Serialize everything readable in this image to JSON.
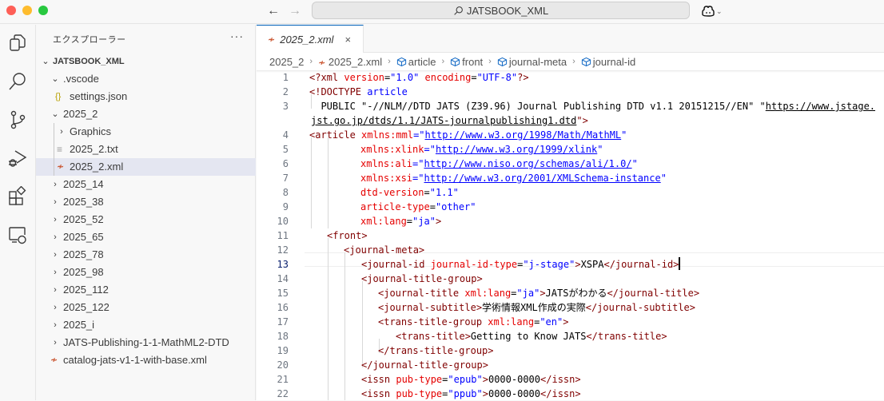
{
  "titlebar": {
    "search_label": "JATSBOOK_XML",
    "back_icon": "arrow-left-icon",
    "forward_icon": "arrow-right-icon",
    "copilot_icon": "copilot-icon"
  },
  "activity_bar": [
    {
      "name": "explorer-icon"
    },
    {
      "name": "search-icon"
    },
    {
      "name": "source-control-icon"
    },
    {
      "name": "run-debug-icon"
    },
    {
      "name": "extensions-icon"
    },
    {
      "name": "remote-explorer-icon"
    }
  ],
  "sidebar": {
    "title": "エクスプローラー",
    "more": "···",
    "root": "JATSBOOK_XML",
    "items": [
      {
        "label": ".vscode",
        "type": "folder",
        "expanded": true,
        "depth": 1
      },
      {
        "label": "settings.json",
        "type": "json",
        "depth": 2,
        "icon": "{}"
      },
      {
        "label": "2025_2",
        "type": "folder",
        "expanded": true,
        "depth": 1
      },
      {
        "label": "Graphics",
        "type": "folder",
        "expanded": false,
        "depth": 2
      },
      {
        "label": "2025_2.txt",
        "type": "txt",
        "depth": 2
      },
      {
        "label": "2025_2.xml",
        "type": "xml",
        "depth": 2,
        "selected": true
      },
      {
        "label": "2025_14",
        "type": "folder",
        "expanded": false,
        "depth": 1
      },
      {
        "label": "2025_38",
        "type": "folder",
        "expanded": false,
        "depth": 1
      },
      {
        "label": "2025_52",
        "type": "folder",
        "expanded": false,
        "depth": 1
      },
      {
        "label": "2025_65",
        "type": "folder",
        "expanded": false,
        "depth": 1
      },
      {
        "label": "2025_78",
        "type": "folder",
        "expanded": false,
        "depth": 1
      },
      {
        "label": "2025_98",
        "type": "folder",
        "expanded": false,
        "depth": 1
      },
      {
        "label": "2025_112",
        "type": "folder",
        "expanded": false,
        "depth": 1
      },
      {
        "label": "2025_122",
        "type": "folder",
        "expanded": false,
        "depth": 1
      },
      {
        "label": "2025_i",
        "type": "folder",
        "expanded": false,
        "depth": 1
      },
      {
        "label": "JATS-Publishing-1-1-MathML2-DTD",
        "type": "folder",
        "expanded": false,
        "depth": 1
      },
      {
        "label": "catalog-jats-v1-1-with-base.xml",
        "type": "xml",
        "depth": 1
      }
    ]
  },
  "editor": {
    "tab": {
      "label": "2025_2.xml",
      "close": "×"
    },
    "breadcrumbs": [
      "2025_2",
      "2025_2.xml",
      "article",
      "front",
      "journal-meta",
      "journal-id"
    ],
    "active_line": 13,
    "lines": [
      {
        "n": "1",
        "text": "<?xml version=\"1.0\" encoding=\"UTF-8\"?>"
      },
      {
        "n": "2",
        "text": "<!DOCTYPE article"
      },
      {
        "n": "3",
        "text": "  PUBLIC \"-//NLM//DTD JATS (Z39.96) Journal Publishing DTD v1.1 20151215//EN\" \"https://www.jstage.jst.go.jp/dtds/1.1/JATS-journalpublishing1.dtd\">"
      },
      {
        "n": "4",
        "text": "<article xmlns:mml=\"http://www.w3.org/1998/Math/MathML\""
      },
      {
        "n": "5",
        "text": "         xmlns:xlink=\"http://www.w3.org/1999/xlink\""
      },
      {
        "n": "6",
        "text": "         xmlns:ali=\"http://www.niso.org/schemas/ali/1.0/\""
      },
      {
        "n": "7",
        "text": "         xmlns:xsi=\"http://www.w3.org/2001/XMLSchema-instance\""
      },
      {
        "n": "8",
        "text": "         dtd-version=\"1.1\""
      },
      {
        "n": "9",
        "text": "         article-type=\"other\""
      },
      {
        "n": "10",
        "text": "         xml:lang=\"ja\">"
      },
      {
        "n": "11",
        "text": "   <front>"
      },
      {
        "n": "12",
        "text": "      <journal-meta>"
      },
      {
        "n": "13",
        "text": "         <journal-id journal-id-type=\"j-stage\">XSPA</journal-id>"
      },
      {
        "n": "14",
        "text": "         <journal-title-group>"
      },
      {
        "n": "15",
        "text": "            <journal-title xml:lang=\"ja\">JATSがわかる</journal-title>"
      },
      {
        "n": "16",
        "text": "            <journal-subtitle>学術情報XML作成の実際</journal-subtitle>"
      },
      {
        "n": "17",
        "text": "            <trans-title-group xml:lang=\"en\">"
      },
      {
        "n": "18",
        "text": "               <trans-title>Getting to Know JATS</trans-title>"
      },
      {
        "n": "19",
        "text": "            </trans-title-group>"
      },
      {
        "n": "20",
        "text": "         </journal-title-group>"
      },
      {
        "n": "21",
        "text": "         <issn pub-type=\"epub\">0000-0000</issn>"
      },
      {
        "n": "22",
        "text": "         <issn pub-type=\"ppub\">0000-0000</issn>"
      }
    ],
    "tokens": {
      "l1": {
        "open": "<?xml ",
        "a1": "version",
        "eq1": "=",
        "v1": "\"1.0\"",
        "sp": " ",
        "a2": "encoding",
        "eq2": "=",
        "v2": "\"UTF-8\"",
        "close": "?>"
      },
      "l2": {
        "open": "<!DOCTYPE ",
        "name": "article"
      },
      "l3a": {
        "pre": "  PUBLIC \"-//NLM//DTD JATS (Z39.96) Journal Publishing DTD v1.1 20151215//EN\" \"",
        "url": "https://www.jstage."
      },
      "l3b": {
        "url": "jst.go.jp/dtds/1.1/JATS-journalpublishing1.dtd",
        "post": "\">"
      },
      "l4": {
        "tag": "<article ",
        "attr": "xmlns:mml",
        "eq": "=\"",
        "url": "http://www.w3.org/1998/Math/MathML",
        "q": "\""
      },
      "l5": {
        "attr": "xmlns:xlink",
        "eq": "=\"",
        "url": "http://www.w3.org/1999/xlink",
        "q": "\""
      },
      "l6": {
        "attr": "xmlns:ali",
        "eq": "=\"",
        "url": "http://www.niso.org/schemas/ali/1.0/",
        "q": "\""
      },
      "l7": {
        "attr": "xmlns:xsi",
        "eq": "=\"",
        "url": "http://www.w3.org/2001/XMLSchema-instance",
        "q": "\""
      },
      "l8": {
        "attr": "dtd-version",
        "eq": "=",
        "val": "\"1.1\""
      },
      "l9": {
        "attr": "article-type",
        "eq": "=",
        "val": "\"other\""
      },
      "l10": {
        "attr": "xml:lang",
        "eq": "=",
        "val": "\"ja\"",
        "close": ">"
      },
      "l11": {
        "tag": "<front>"
      },
      "l12": {
        "tag": "<journal-meta>"
      },
      "l13": {
        "tag": "<journal-id ",
        "attr": "journal-id-type",
        "eq": "=",
        "val": "\"j-stage\"",
        "gt": ">",
        "text": "XSPA",
        "end": "</journal-id>"
      },
      "l14": {
        "tag": "<journal-title-group>"
      },
      "l15": {
        "tag": "<journal-title ",
        "attr": "xml:lang",
        "eq": "=",
        "val": "\"ja\"",
        "gt": ">",
        "text": "JATSがわかる",
        "end": "</journal-title>"
      },
      "l16": {
        "tag": "<journal-subtitle>",
        "text": "学術情報XML作成の実際",
        "end": "</journal-subtitle>"
      },
      "l17": {
        "tag": "<trans-title-group ",
        "attr": "xml:lang",
        "eq": "=",
        "val": "\"en\"",
        "gt": ">"
      },
      "l18": {
        "tag": "<trans-title>",
        "text": "Getting to Know JATS",
        "end": "</trans-title>"
      },
      "l19": {
        "tag": "</trans-title-group>"
      },
      "l20": {
        "tag": "</journal-title-group>"
      },
      "l21": {
        "tag": "<issn ",
        "attr": "pub-type",
        "eq": "=",
        "val": "\"epub\"",
        "gt": ">",
        "text": "0000-0000",
        "end": "</issn>"
      },
      "l22": {
        "tag": "<issn ",
        "attr": "pub-type",
        "eq": "=",
        "val": "\"ppub\"",
        "gt": ">",
        "text": "0000-0000",
        "end": "</issn>"
      }
    }
  },
  "colors": {
    "accent": "#005fb8",
    "tag": "#800000",
    "attribute": "#e50000",
    "string": "#0000ff",
    "selection": "#e4e6f1",
    "xml_icon": "#c9512b",
    "json_icon": "#b8a000"
  }
}
